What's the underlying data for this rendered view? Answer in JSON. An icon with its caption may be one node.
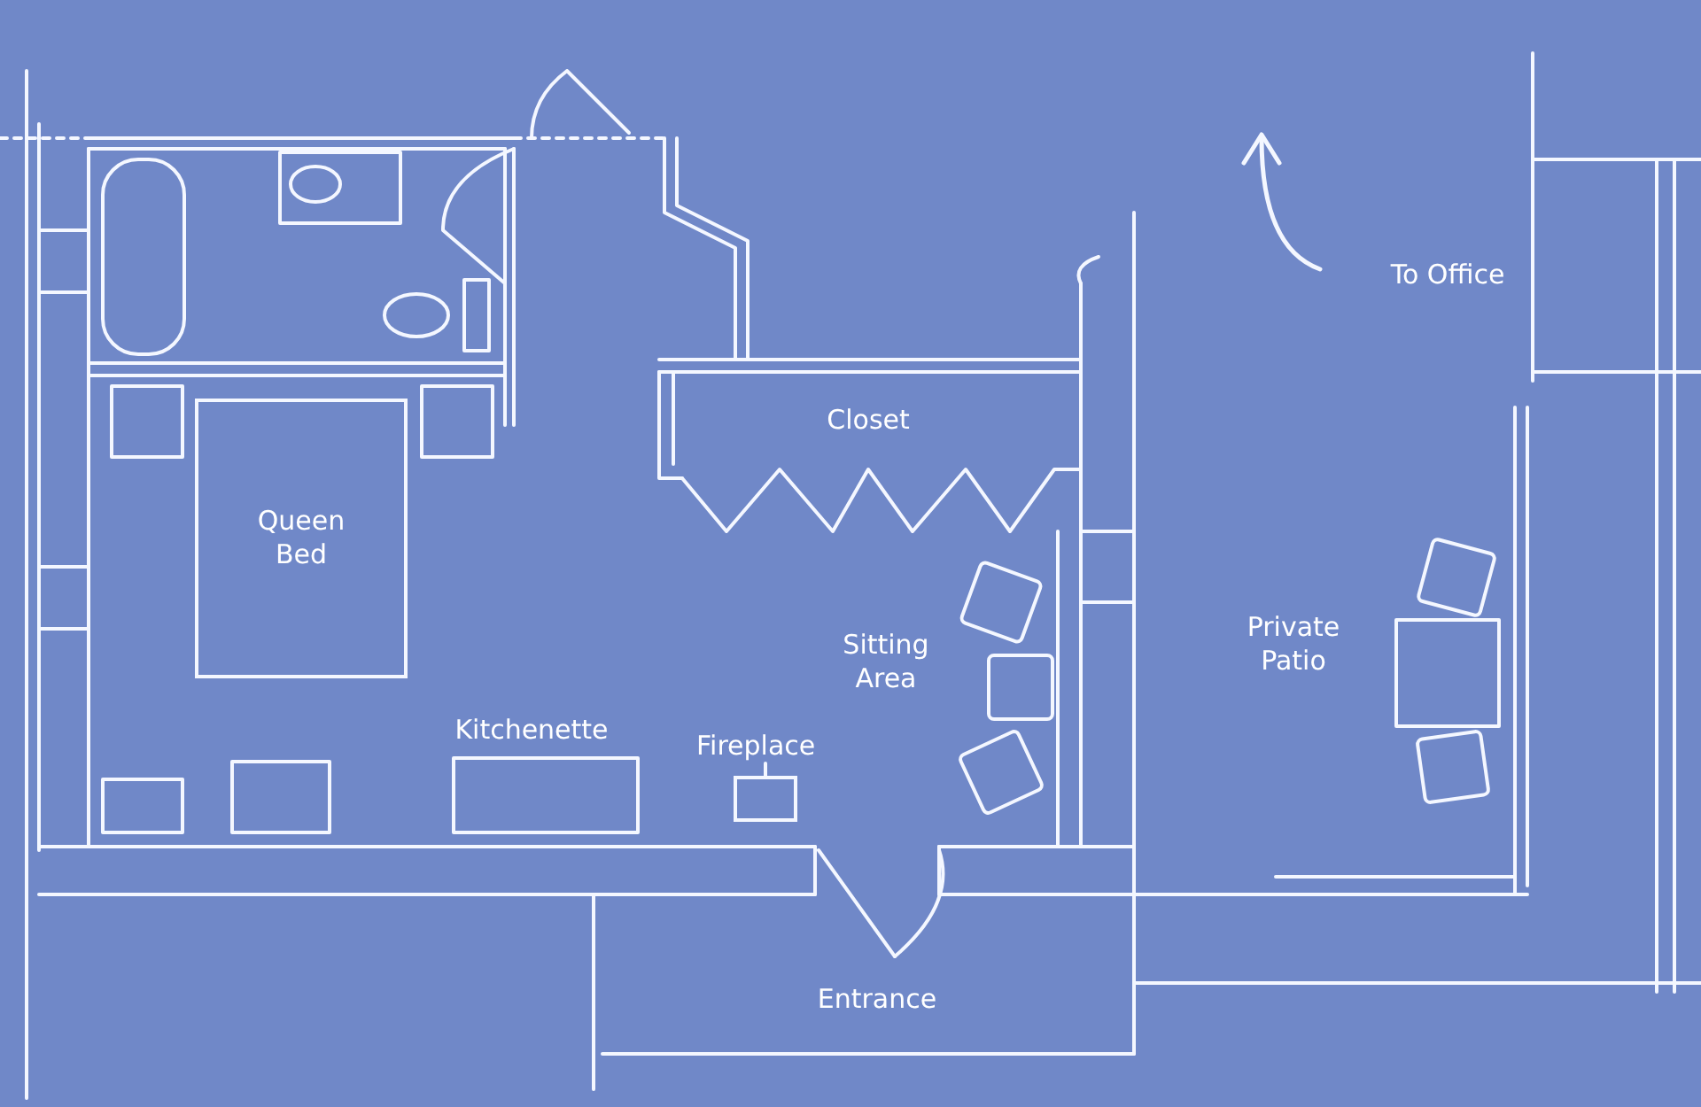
{
  "diagram": {
    "nodes": [
      {
        "text": [
          "Queen Bed"
        ]
      },
      {
        "text": [
          "Fireplace"
        ]
      },
      {
        "text": [],
        "shape": "box"
      }
    ],
    "edges": [
      {
        "from": 1,
        "to": 2,
        "arrow": "none"
      }
    ],
    "labels": [
      "To Office",
      "Closet",
      "Sitting Area",
      "Private Patio",
      "Kitchenette",
      "Entrance"
    ]
  }
}
